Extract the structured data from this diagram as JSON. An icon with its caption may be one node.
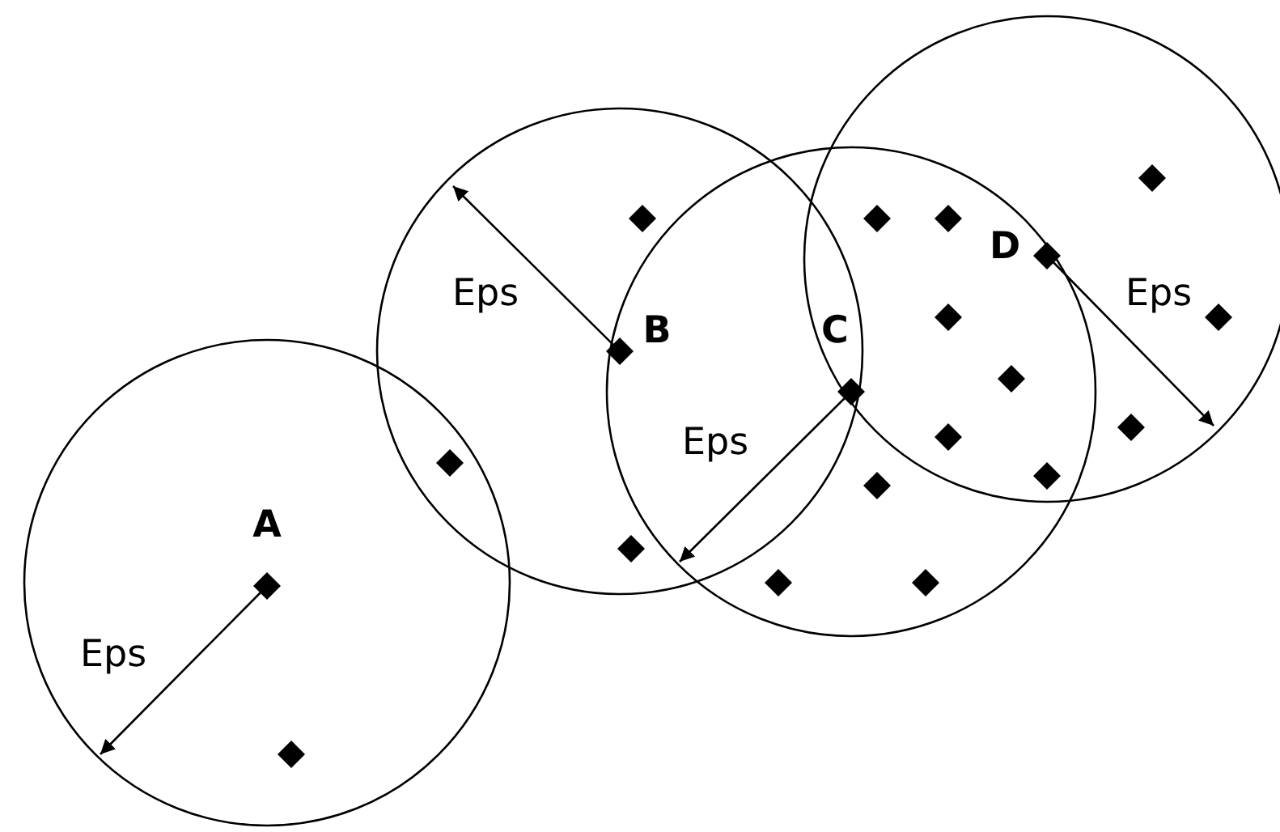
{
  "diagram": {
    "labels": [
      "D",
      "Eps",
      "Eps",
      "B",
      "C",
      "Eps",
      "A",
      "Eps"
    ]
  }
}
